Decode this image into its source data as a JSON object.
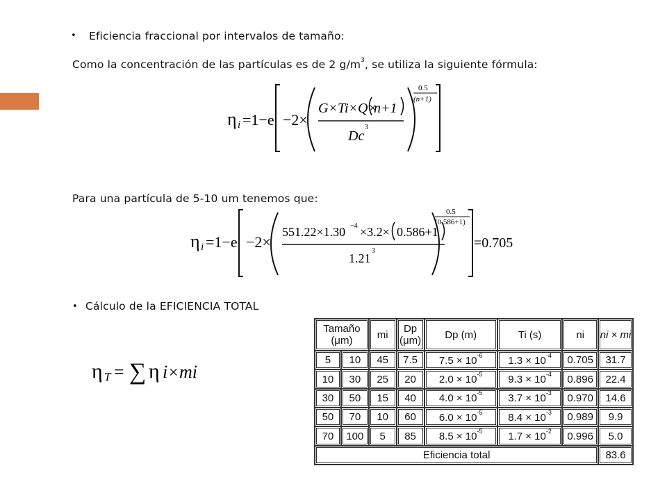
{
  "bullets": {
    "b1": "Eficiencia fraccional por intervalos de tamaño:",
    "b2": "Cálculo de la EFICIENCIA TOTAL"
  },
  "para1": {
    "before": "Como la concentración de las partículas es de 2 g/m",
    "sup": "3",
    "after": ", se utiliza la siguiente fórmula:"
  },
  "para2": "Para una partícula de 5-10 um tenemos que:",
  "formula1": {
    "eta": "η",
    "sub": "i",
    "lhs": "=1−e",
    "coef": "−2×",
    "num_a": "G×Ti×Q×",
    "num_b": "n+1",
    "den": "Dc",
    "den_exp": "3",
    "exp_num": "0.5",
    "exp_den": "(n+1)"
  },
  "formula2": {
    "eta": "η",
    "sub": "i",
    "lhs": "=1−e",
    "coef": "−2×",
    "num_a": "551.22×1.30",
    "num_exp": "−4",
    "num_b": "×3.2×",
    "num_c": "0.586+1",
    "den": "1.21",
    "den_exp": "3",
    "exp_num": "0.5",
    "exp_den": "(0.586+1)",
    "result": "=0.705"
  },
  "formula3": {
    "eta": "η",
    "sub": "T",
    "rhs": "=",
    "sum": "∑",
    "rest_a": "η",
    "rest_b": "i",
    "rest_c": "×",
    "rest_d": "mi"
  },
  "table": {
    "headers": {
      "tamano": "Tamaño (μm)",
      "mi": "mi",
      "dp_um": "Dp (μm)",
      "dp_m": "Dp (m)",
      "ti": "Ti (s)",
      "ni": "ni",
      "nimi": "ni × mi"
    },
    "rows": [
      {
        "a": "5",
        "b": "10",
        "mi": "45",
        "dp": "7.5",
        "dpm": "7.5 × 10",
        "dpm_e": "-6",
        "ti": "1.3 × 10",
        "ti_e": "-4",
        "ni": "0.705",
        "nimi": "31.7"
      },
      {
        "a": "10",
        "b": "30",
        "mi": "25",
        "dp": "20",
        "dpm": "2.0 × 10",
        "dpm_e": "-5",
        "ti": "9.3 × 10",
        "ti_e": "-4",
        "ni": "0.896",
        "nimi": "22.4"
      },
      {
        "a": "30",
        "b": "50",
        "mi": "15",
        "dp": "40",
        "dpm": "4.0 × 10",
        "dpm_e": "-5",
        "ti": "3.7 × 10",
        "ti_e": "-3",
        "ni": "0.970",
        "nimi": "14.6"
      },
      {
        "a": "50",
        "b": "70",
        "mi": "10",
        "dp": "60",
        "dpm": "6.0 × 10",
        "dpm_e": "-5",
        "ti": "8.4 × 10",
        "ti_e": "-3",
        "ni": "0.989",
        "nimi": "9.9"
      },
      {
        "a": "70",
        "b": "100",
        "mi": "5",
        "dp": "85",
        "dpm": "8.5 × 10",
        "dpm_e": "-5",
        "ti": "1.7 × 10",
        "ti_e": "-2",
        "ni": "0.996",
        "nimi": "5.0"
      }
    ],
    "total_label": "Eficiencia total",
    "total_value": "83.6"
  },
  "colors": {
    "accent": "#d97b45"
  }
}
